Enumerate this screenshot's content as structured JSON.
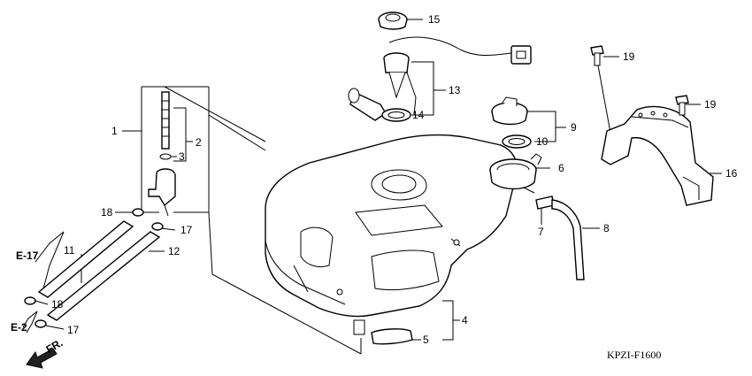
{
  "callouts": [
    "1",
    "2",
    "3",
    "4",
    "5",
    "6",
    "7",
    "8",
    "9",
    "10",
    "11",
    "12",
    "13",
    "14",
    "15",
    "16",
    "17",
    "17",
    "18",
    "18",
    "19",
    "19"
  ],
  "references": [
    "E-17",
    "E-2"
  ],
  "direction_label": "FR.",
  "diagram_code": "KPZI-F1600",
  "colors": {
    "line": "#000000",
    "background": "#ffffff"
  }
}
